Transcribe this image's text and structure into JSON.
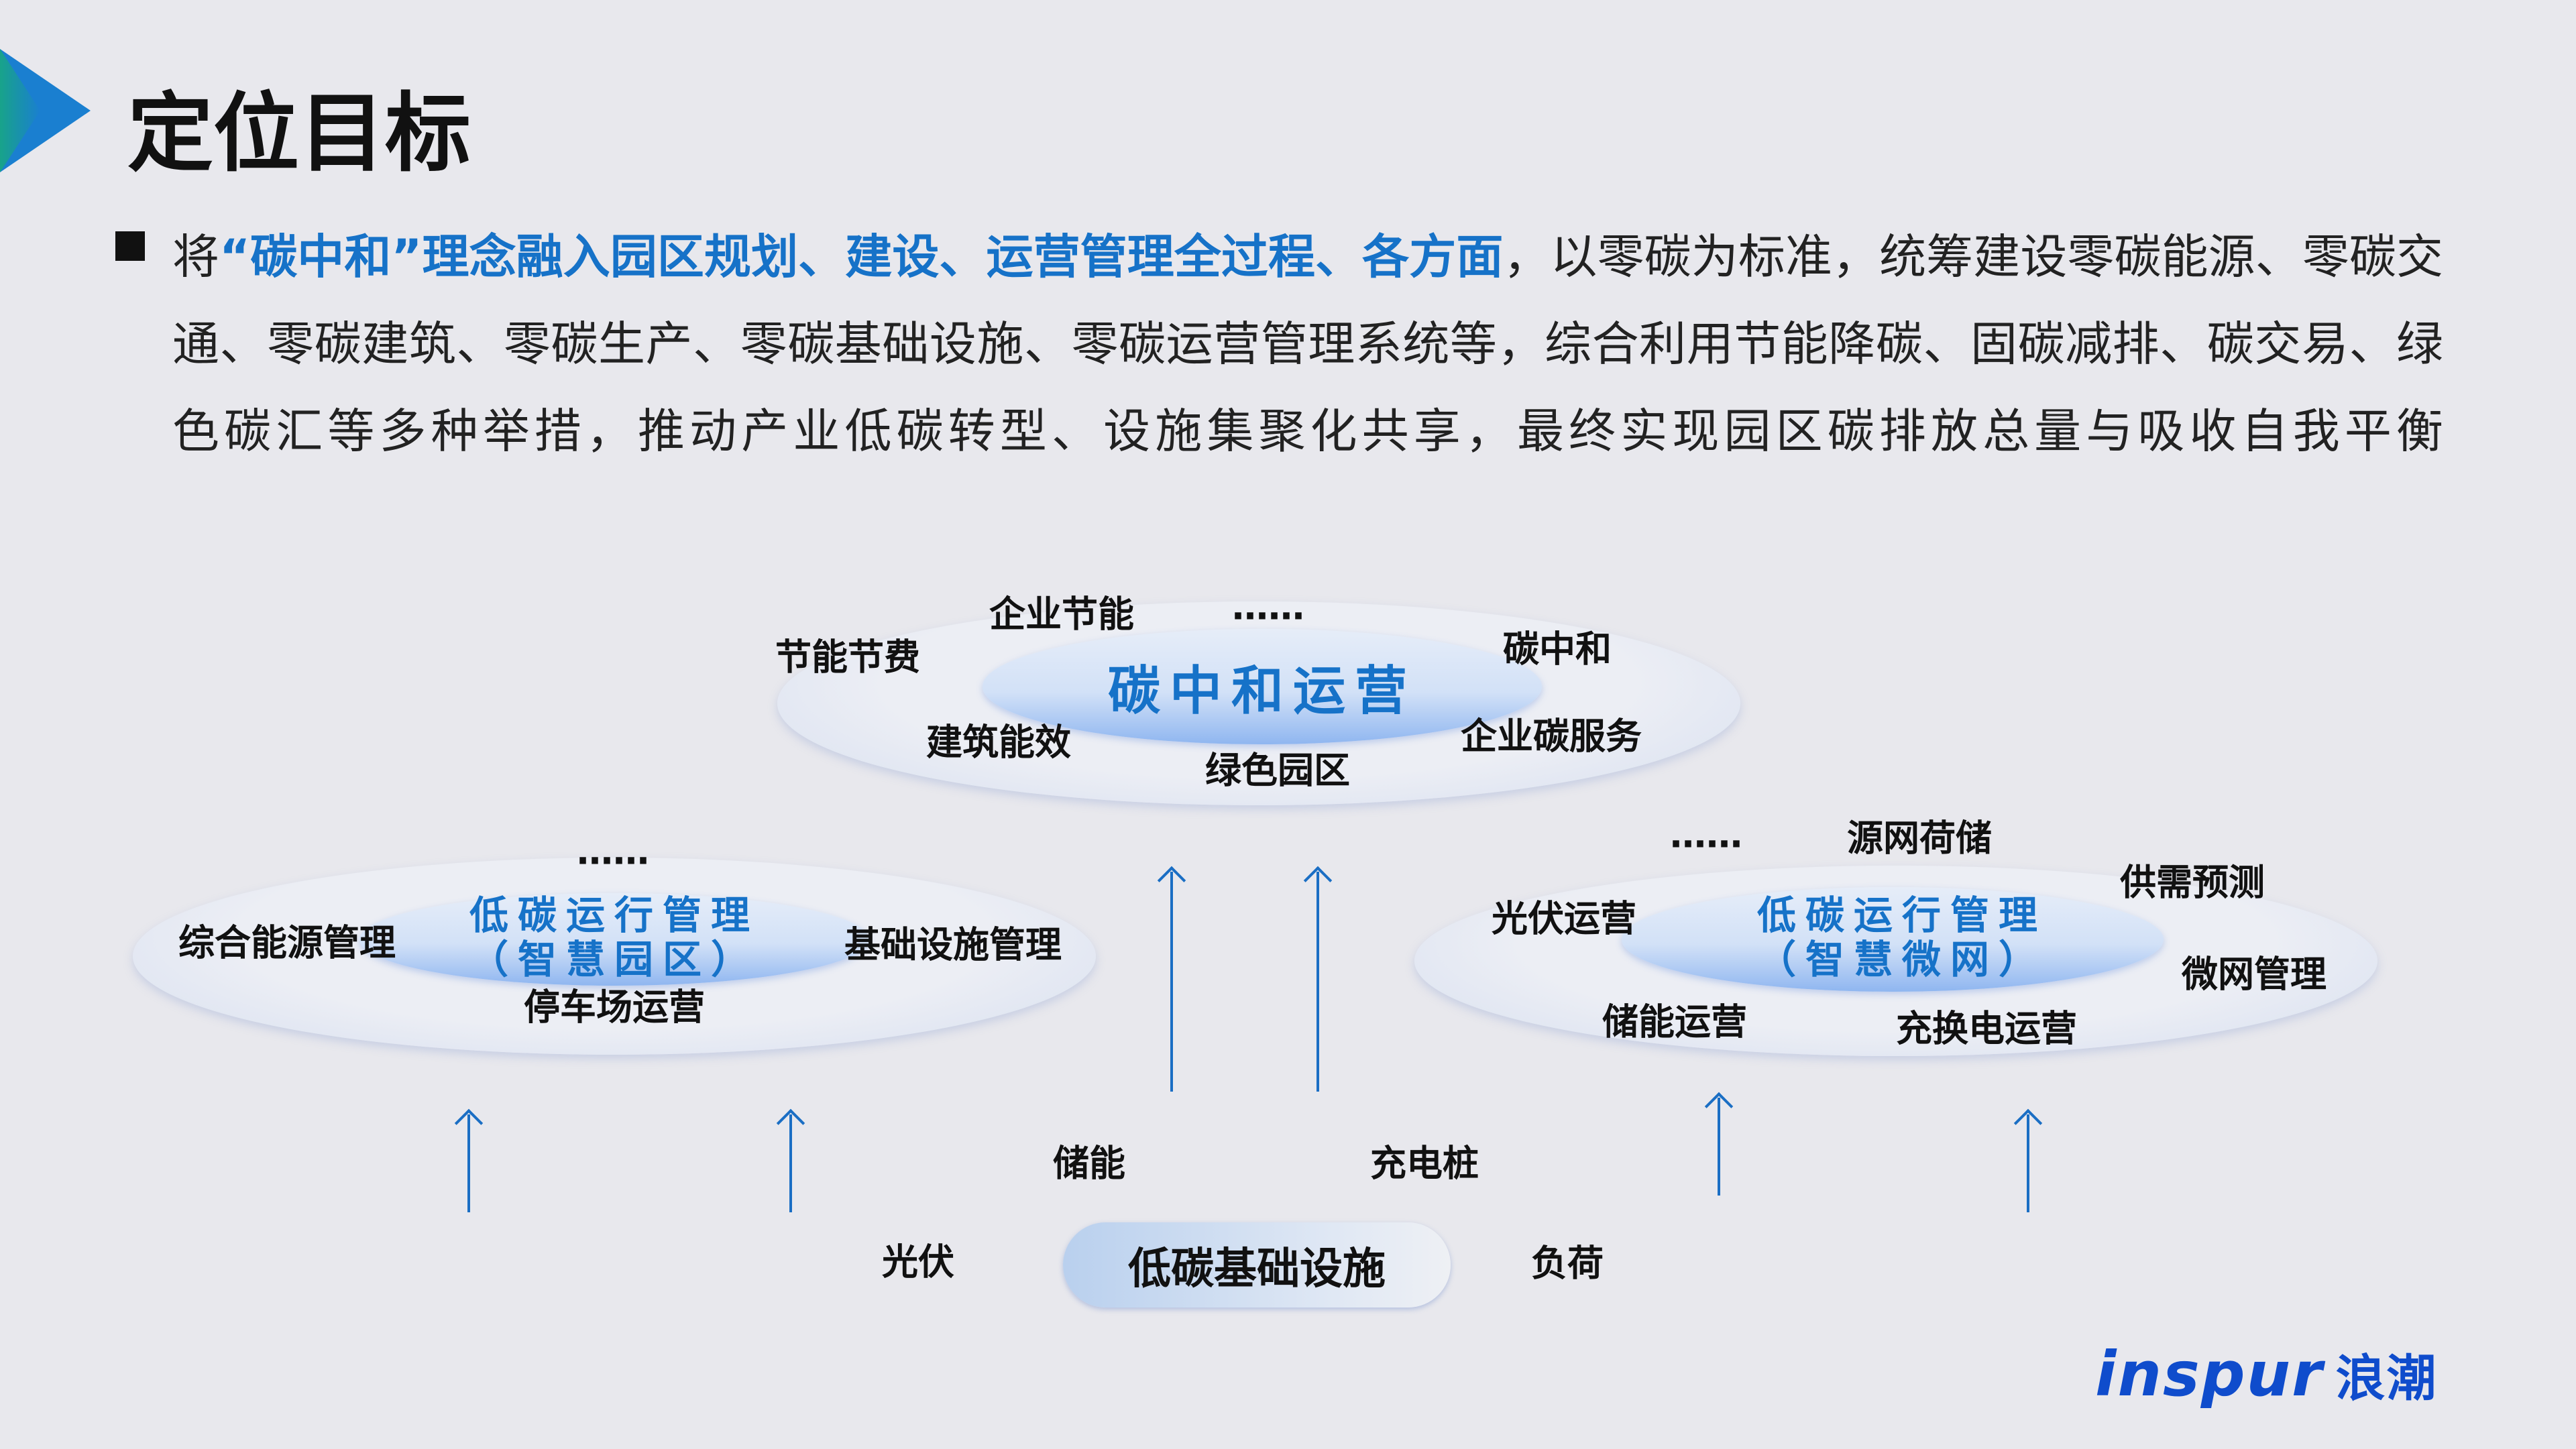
{
  "header": {
    "title": "定位目标"
  },
  "intro": {
    "prefix": "将",
    "highlight": "“碳中和”理念融入园区规划、建设、运营管理全过程、各方面",
    "rest": "，以零碳为标准，统筹建设零碳能源、零碳交通、零碳建筑、零碳生产、零碳基础设施、零碳运营管理系统等，综合利用节能降碳、固碳减排、碳交易、绿色碳汇等多种举措，推动产业低碳转型、设施集聚化共享，最终实现园区碳排放总量与吸收自我平衡"
  },
  "top_ring": {
    "center": "碳中和运营",
    "items": [
      "企业节能",
      "……",
      "节能节费",
      "碳中和",
      "建筑能效",
      "企业碳服务",
      "绿色园区"
    ]
  },
  "left_ring": {
    "center_line1": "低碳运行管理",
    "center_line2": "（智慧园区）",
    "items": [
      "……",
      "综合能源管理",
      "基础设施管理",
      "停车场运营"
    ]
  },
  "right_ring": {
    "center_line1": "低碳运行管理",
    "center_line2": "（智慧微网）",
    "items": [
      "……",
      "源网荷储",
      "供需预测",
      "光伏运营",
      "微网管理",
      "储能运营",
      "充换电运营"
    ]
  },
  "base": {
    "label": "低碳基础设施",
    "items": [
      "储能",
      "充电桩",
      "光伏",
      "负荷"
    ]
  },
  "logo": {
    "text": "inspur",
    "cn": "浪潮"
  },
  "colors": {
    "accent": "#1672c8",
    "logo": "#0f4ccc"
  }
}
